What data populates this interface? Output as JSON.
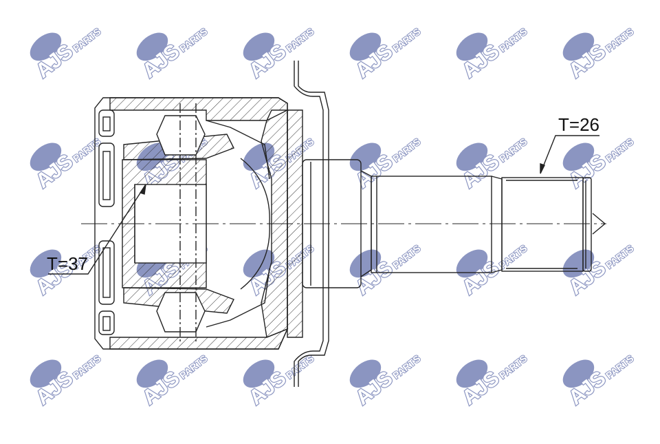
{
  "watermark": {
    "brand": "AJS",
    "suffix": "PARTS",
    "color": "#2e3f8f"
  },
  "labels": {
    "thread_inner": "T=37",
    "thread_outer": "T=26"
  },
  "colors": {
    "line": "#222222",
    "hatch": "#333333",
    "background": "#ffffff"
  }
}
